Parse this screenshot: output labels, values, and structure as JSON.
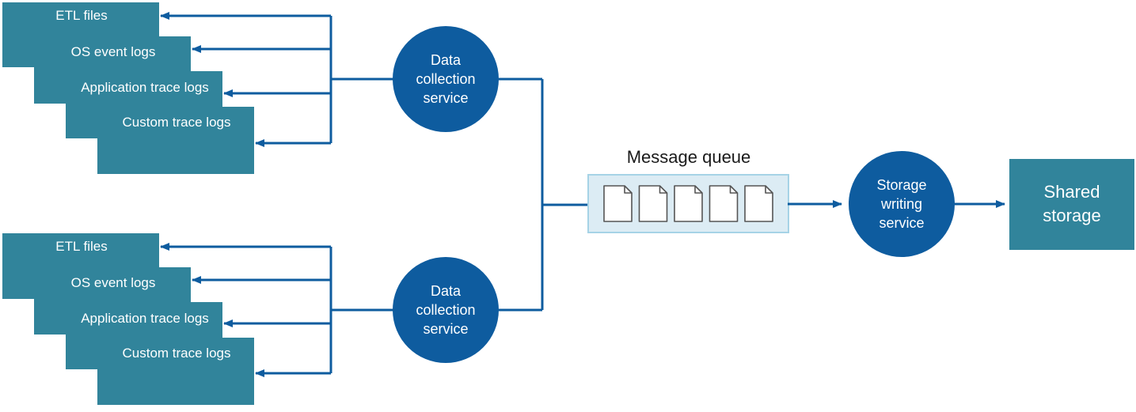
{
  "colors": {
    "box_fill": "#31849b",
    "connector": "#0e5c9f",
    "circle_fill": "#0e5c9f",
    "queue_fill": "#dcecf4",
    "queue_border": "#a6d3e6",
    "doc_stroke": "#555555",
    "text_light": "#ffffff",
    "text_dark": "#1a1a1a"
  },
  "groups": [
    {
      "sources": [
        "ETL files",
        "OS event logs",
        "Application trace logs",
        "Custom trace logs"
      ],
      "service_lines": [
        "Data",
        "collection",
        "service"
      ]
    },
    {
      "sources": [
        "ETL files",
        "OS event logs",
        "Application trace logs",
        "Custom trace logs"
      ],
      "service_lines": [
        "Data",
        "collection",
        "service"
      ]
    }
  ],
  "queue": {
    "label": "Message queue",
    "document_count": 5,
    "document_icon": "document-icon"
  },
  "writer": {
    "lines": [
      "Storage",
      "writing",
      "service"
    ]
  },
  "shared_storage": {
    "lines": [
      "Shared",
      "storage"
    ]
  }
}
